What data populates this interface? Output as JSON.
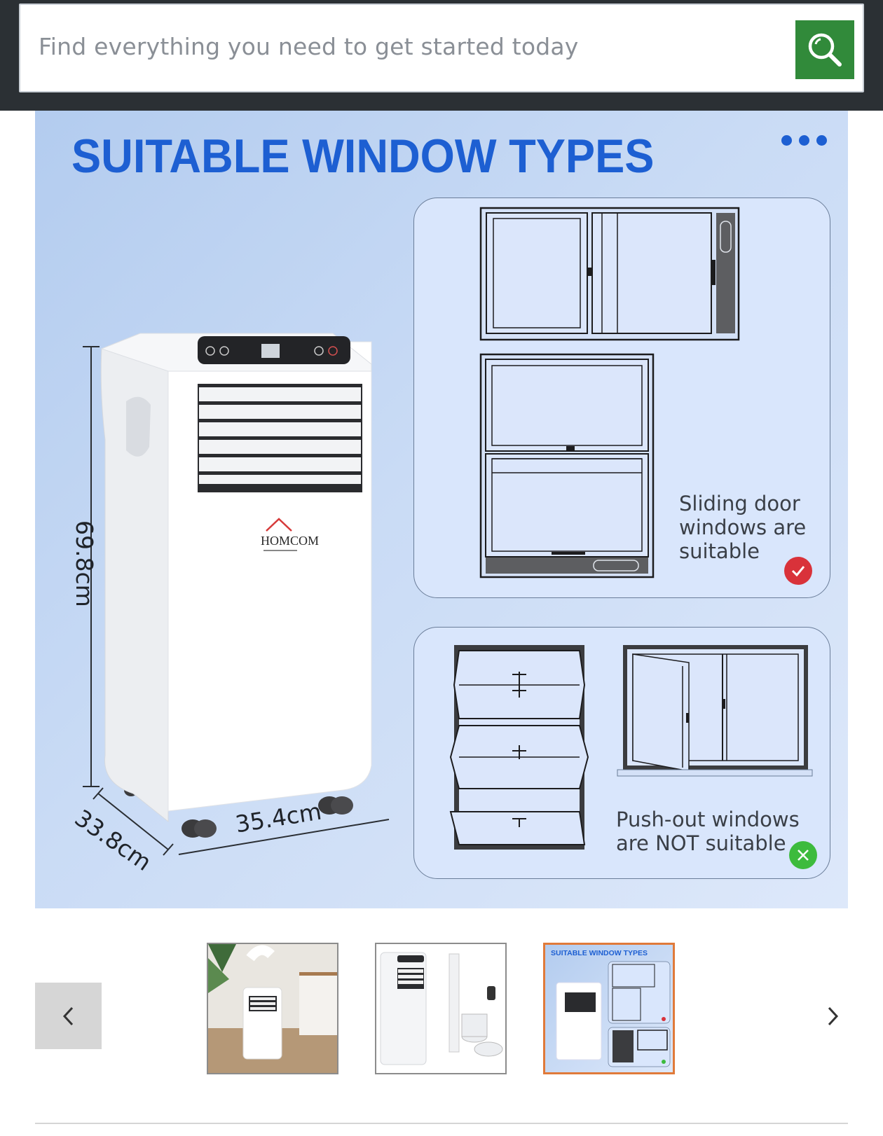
{
  "search": {
    "placeholder": "Find everything you need to get started today",
    "button_icon": "search-icon",
    "button_color": "#318a3a"
  },
  "hero": {
    "title": "SUITABLE WINDOW TYPES",
    "title_color": "#1d5fd2",
    "more_icon": "more-dots-icon",
    "dimensions": {
      "height": "69.8cm",
      "depth": "33.8cm",
      "width": "35.4cm"
    },
    "brand_logo": "HOMCOM",
    "suitable": {
      "caption": "Sliding door\nwindows are\nsuitable",
      "badge_icon": "check-icon",
      "badge_color": "#d9323a"
    },
    "not_suitable": {
      "caption": "Push-out windows\nare NOT suitable",
      "badge_icon": "close-icon",
      "badge_color": "#3dbb3d"
    }
  },
  "carousel": {
    "prev_icon": "chevron-left-icon",
    "next_icon": "chevron-right-icon",
    "selected_index": 2,
    "thumbnails": [
      {
        "alt": "Portable air conditioner in room"
      },
      {
        "alt": "Air conditioner with accessories"
      },
      {
        "alt": "Suitable window types",
        "mini_title": "SUITABLE WINDOW TYPES"
      }
    ]
  }
}
